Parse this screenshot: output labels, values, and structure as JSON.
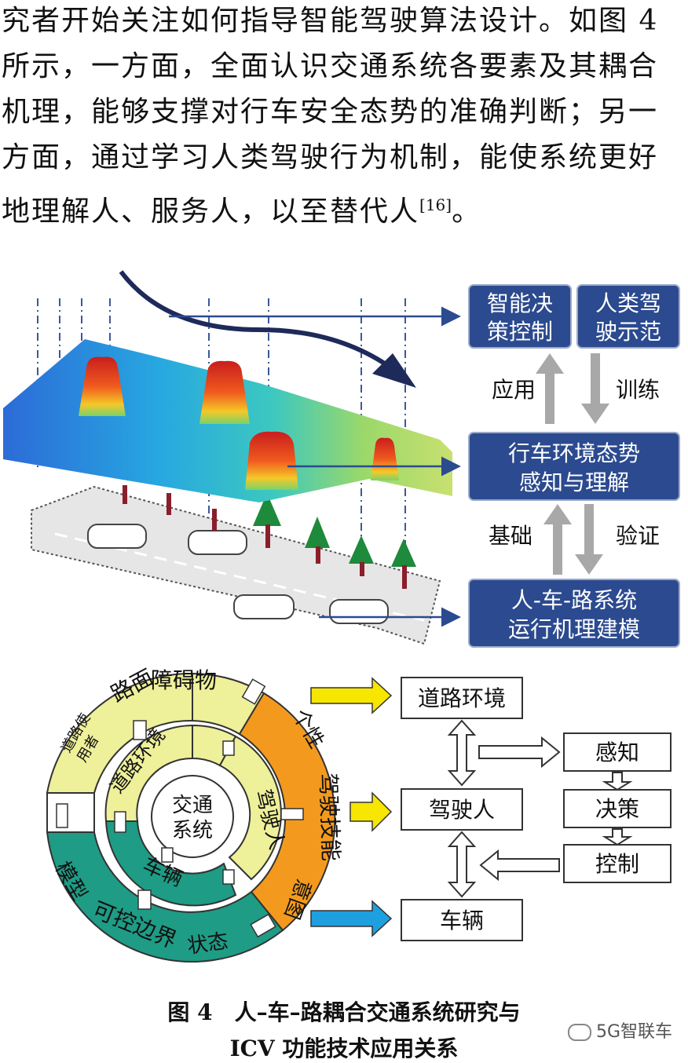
{
  "paragraph": {
    "lines": [
      "究者开始关注如何指导智能驾驶算法设计。如图 4",
      "所示，一方面，全面认识交通系统各要素及其耦合",
      "机理，能够支撑对行车安全态势的准确判断；另一",
      "方面，通过学习人类驾驶行为机制，能使系统更好",
      "地理解人、服务人，以至替代人"
    ],
    "citation": "[16]",
    "end_punct": "。"
  },
  "top_diagram": {
    "box_decision": [
      "智能决",
      "策控制"
    ],
    "box_human_demo": [
      "人类驾",
      "驶示范"
    ],
    "label_apply": "应用",
    "label_train": "训练",
    "box_perception": [
      "行车环境态势",
      "感知与理解"
    ],
    "label_basis": "基础",
    "label_verify": "验证",
    "box_modeling": [
      "人-车-路系统",
      "运行机理建模"
    ]
  },
  "ring": {
    "center": [
      "交通",
      "系统"
    ],
    "outer_road_surface": "路面",
    "outer_obstacle": "障碍物",
    "outer_road_user": [
      "道路使",
      "用者"
    ],
    "outer_personality": "个性",
    "outer_driving_skill": "驾驶技能",
    "outer_intent": "意图",
    "outer_model": "模型",
    "outer_boundary": "可控边界",
    "outer_state": "状态",
    "inner_road_env": "道路环境",
    "inner_driver": "驾驶人",
    "inner_vehicle": "车辆"
  },
  "flow": {
    "road_env": "道路环境",
    "driver": "驾驶人",
    "vehicle": "车辆",
    "perceive": "感知",
    "decide": "决策",
    "control": "控制"
  },
  "caption": {
    "line1": "图 4　人–车–路耦合交通系统研究与",
    "line2": "ICV 功能技术应用关系"
  },
  "watermark": "5G智联车",
  "colors": {
    "box_blue": "#2B4A8F",
    "yellow": "#EEF09A",
    "orange": "#F39A1E",
    "teal": "#1E9C85",
    "arrow_yellow": "#F6E600",
    "arrow_blue": "#1E9FE0"
  }
}
